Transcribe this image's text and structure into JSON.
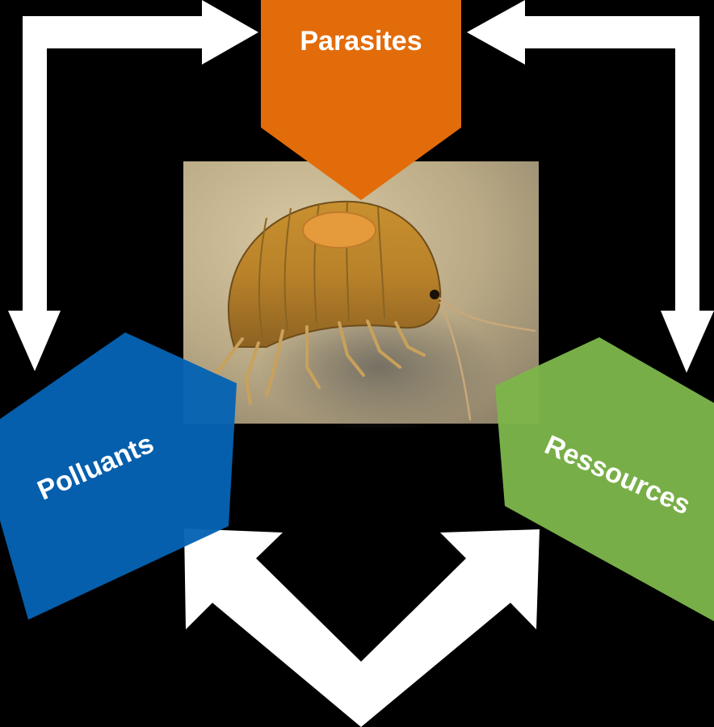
{
  "diagram": {
    "background": "#000000",
    "nodes": {
      "parasites": {
        "label": "Parasites",
        "color": "#E36C0A"
      },
      "polluants": {
        "label": "Polluants",
        "color": "#0563B3"
      },
      "ressources": {
        "label": "Ressources",
        "color": "#7DB54A"
      }
    },
    "arrows": {
      "color": "#FFFFFF",
      "links": [
        {
          "from": "polluants",
          "to": "parasites",
          "direction": "both"
        },
        {
          "from": "parasites",
          "to": "ressources",
          "direction": "both"
        },
        {
          "from": "polluants",
          "to": "ressources",
          "direction": "both"
        }
      ]
    },
    "center_image": {
      "subject": "amphipod-crustacean-photo"
    }
  }
}
